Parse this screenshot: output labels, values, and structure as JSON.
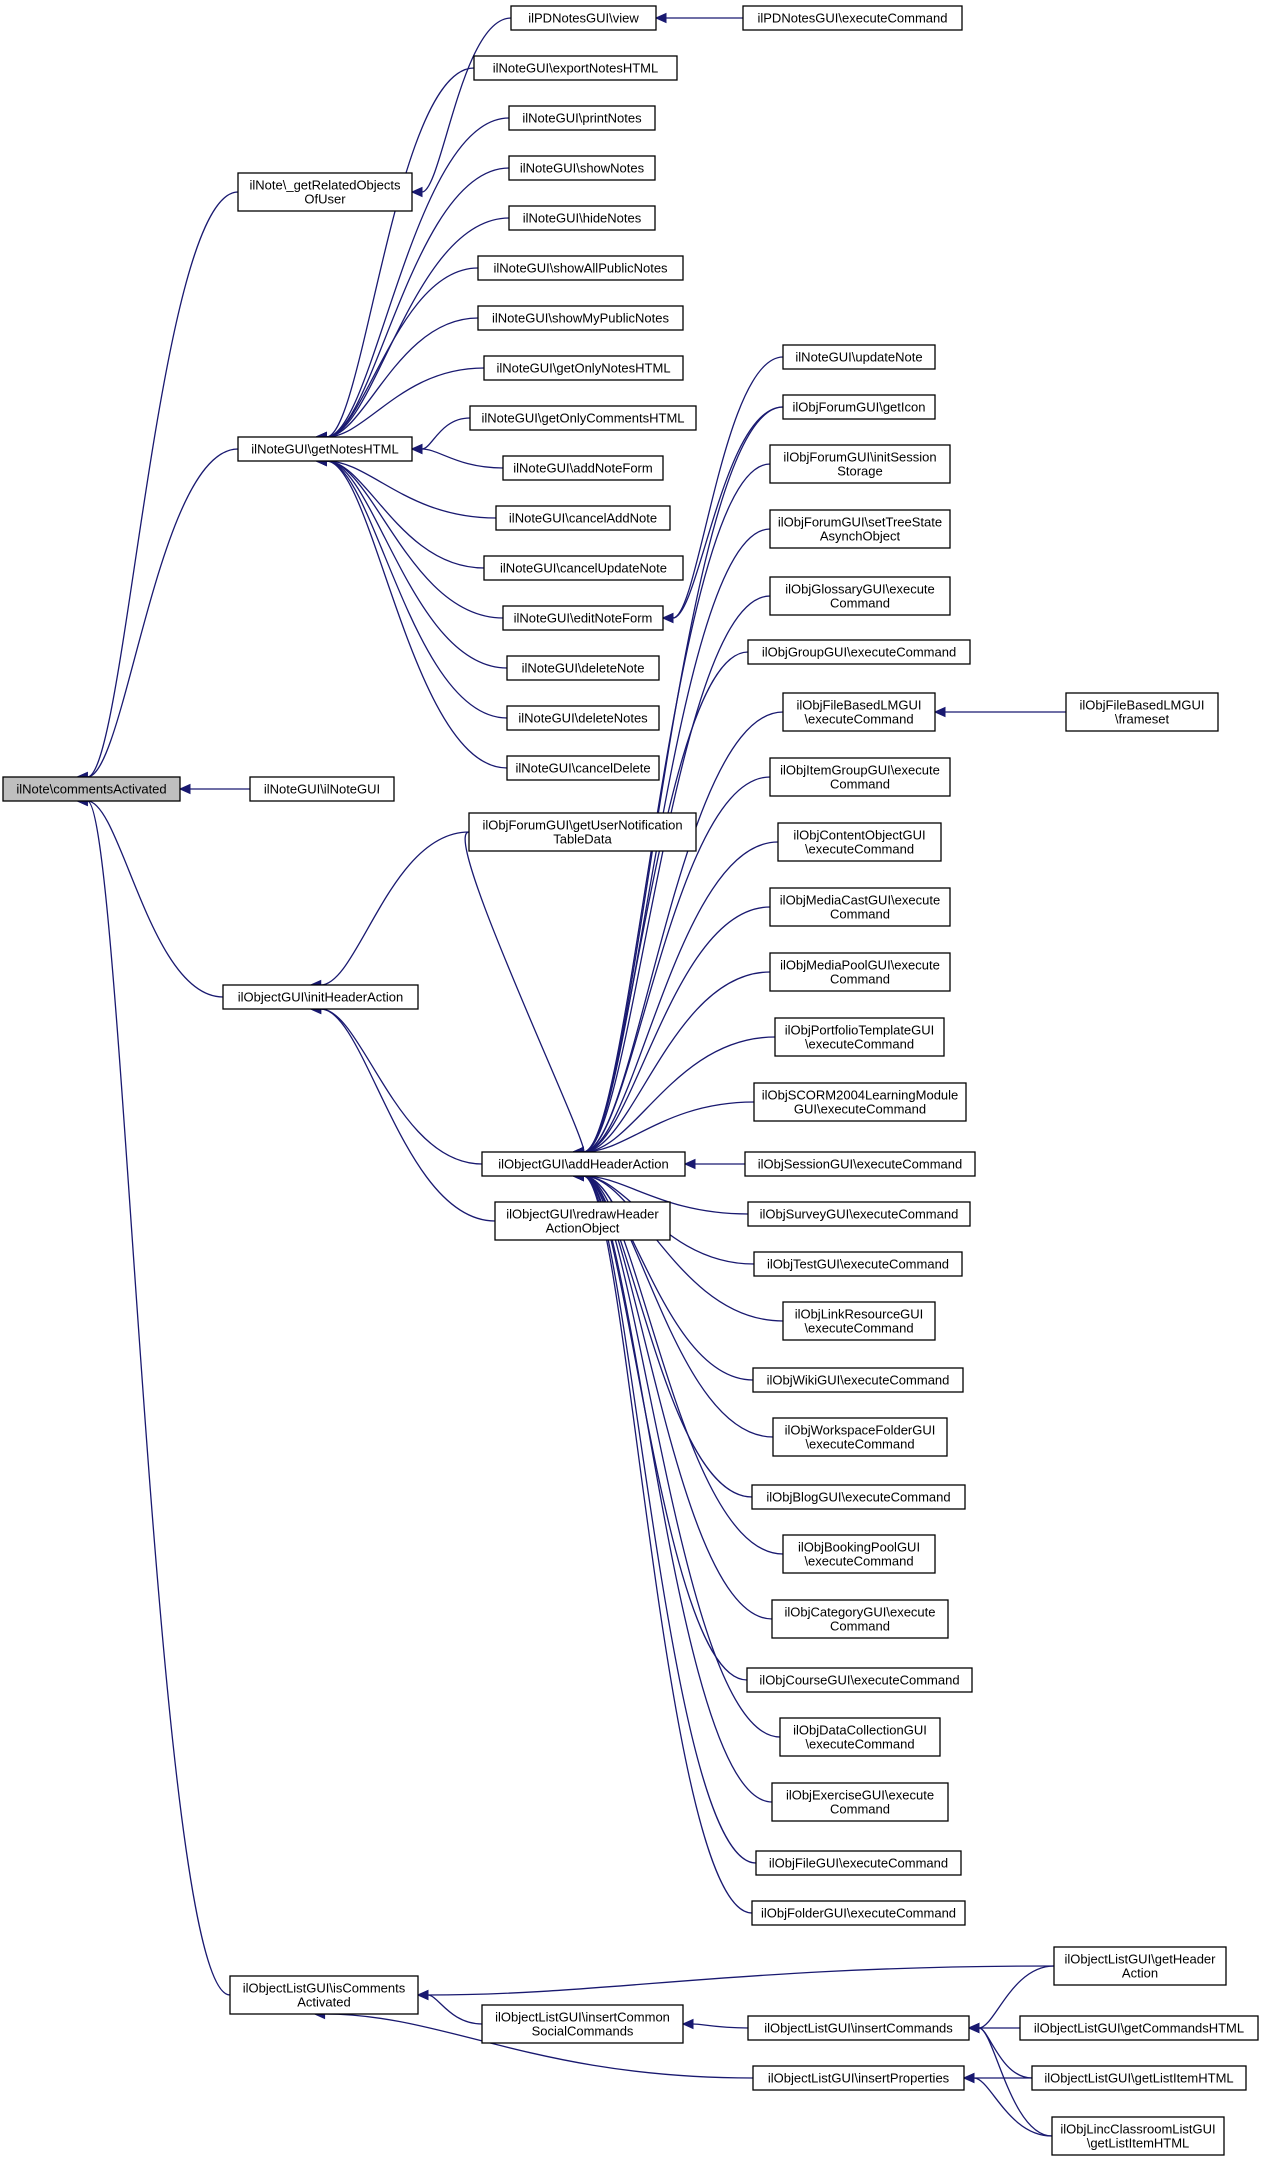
{
  "nodes": [
    {
      "id": "root",
      "lines": [
        "ilNote\\commentsActivated"
      ]
    },
    {
      "id": "getRelated",
      "lines": [
        "ilNote\\_getRelatedObjects",
        "OfUser"
      ]
    },
    {
      "id": "pdView",
      "lines": [
        "ilPDNotesGUI\\view"
      ]
    },
    {
      "id": "pdExec",
      "lines": [
        "ilPDNotesGUI\\executeCommand"
      ]
    },
    {
      "id": "getNotesHTML",
      "lines": [
        "ilNoteGUI\\getNotesHTML"
      ]
    },
    {
      "id": "exportNotes",
      "lines": [
        "ilNoteGUI\\exportNotesHTML"
      ]
    },
    {
      "id": "printNotes",
      "lines": [
        "ilNoteGUI\\printNotes"
      ]
    },
    {
      "id": "showNotes",
      "lines": [
        "ilNoteGUI\\showNotes"
      ]
    },
    {
      "id": "hideNotes",
      "lines": [
        "ilNoteGUI\\hideNotes"
      ]
    },
    {
      "id": "showAllPublic",
      "lines": [
        "ilNoteGUI\\showAllPublicNotes"
      ]
    },
    {
      "id": "showMyPublic",
      "lines": [
        "ilNoteGUI\\showMyPublicNotes"
      ]
    },
    {
      "id": "getOnlyNotes",
      "lines": [
        "ilNoteGUI\\getOnlyNotesHTML"
      ]
    },
    {
      "id": "getOnlyComments",
      "lines": [
        "ilNoteGUI\\getOnlyCommentsHTML"
      ]
    },
    {
      "id": "addNoteForm",
      "lines": [
        "ilNoteGUI\\addNoteForm"
      ]
    },
    {
      "id": "cancelAddNote",
      "lines": [
        "ilNoteGUI\\cancelAddNote"
      ]
    },
    {
      "id": "cancelUpdateNote",
      "lines": [
        "ilNoteGUI\\cancelUpdateNote"
      ]
    },
    {
      "id": "editNoteForm",
      "lines": [
        "ilNoteGUI\\editNoteForm"
      ]
    },
    {
      "id": "deleteNote",
      "lines": [
        "ilNoteGUI\\deleteNote"
      ]
    },
    {
      "id": "deleteNotes",
      "lines": [
        "ilNoteGUI\\deleteNotes"
      ]
    },
    {
      "id": "cancelDelete",
      "lines": [
        "ilNoteGUI\\cancelDelete"
      ]
    },
    {
      "id": "ilNoteGUIctor",
      "lines": [
        "ilNoteGUI\\ilNoteGUI"
      ]
    },
    {
      "id": "forumNotif",
      "lines": [
        "ilObjForumGUI\\getUserNotification",
        "TableData"
      ]
    },
    {
      "id": "initHeader",
      "lines": [
        "ilObjectGUI\\initHeaderAction"
      ]
    },
    {
      "id": "addHeader",
      "lines": [
        "ilObjectGUI\\addHeaderAction"
      ]
    },
    {
      "id": "redrawHeader",
      "lines": [
        "ilObjectGUI\\redrawHeader",
        "ActionObject"
      ]
    },
    {
      "id": "updateNote",
      "lines": [
        "ilNoteGUI\\updateNote"
      ]
    },
    {
      "id": "forumGetIcon",
      "lines": [
        "ilObjForumGUI\\getIcon"
      ]
    },
    {
      "id": "forumInitSession",
      "lines": [
        "ilObjForumGUI\\initSession",
        "Storage"
      ]
    },
    {
      "id": "forumTreeState",
      "lines": [
        "ilObjForumGUI\\setTreeState",
        "AsynchObject"
      ]
    },
    {
      "id": "glossaryExec",
      "lines": [
        "ilObjGlossaryGUI\\execute",
        "Command"
      ]
    },
    {
      "id": "groupExec",
      "lines": [
        "ilObjGroupGUI\\executeCommand"
      ]
    },
    {
      "id": "fileLMExec",
      "lines": [
        "ilObjFileBasedLMGUI",
        "\\executeCommand"
      ]
    },
    {
      "id": "fileLMFrameset",
      "lines": [
        "ilObjFileBasedLMGUI",
        "\\frameset"
      ]
    },
    {
      "id": "itemGroupExec",
      "lines": [
        "ilObjItemGroupGUI\\execute",
        "Command"
      ]
    },
    {
      "id": "contentObjExec",
      "lines": [
        "ilObjContentObjectGUI",
        "\\executeCommand"
      ]
    },
    {
      "id": "mediaCastExec",
      "lines": [
        "ilObjMediaCastGUI\\execute",
        "Command"
      ]
    },
    {
      "id": "mediaPoolExec",
      "lines": [
        "ilObjMediaPoolGUI\\execute",
        "Command"
      ]
    },
    {
      "id": "portfolioExec",
      "lines": [
        "ilObjPortfolioTemplateGUI",
        "\\executeCommand"
      ]
    },
    {
      "id": "scormExec",
      "lines": [
        "ilObjSCORM2004LearningModule",
        "GUI\\executeCommand"
      ]
    },
    {
      "id": "sessionExec",
      "lines": [
        "ilObjSessionGUI\\executeCommand"
      ]
    },
    {
      "id": "surveyExec",
      "lines": [
        "ilObjSurveyGUI\\executeCommand"
      ]
    },
    {
      "id": "testExec",
      "lines": [
        "ilObjTestGUI\\executeCommand"
      ]
    },
    {
      "id": "linkResExec",
      "lines": [
        "ilObjLinkResourceGUI",
        "\\executeCommand"
      ]
    },
    {
      "id": "wikiExec",
      "lines": [
        "ilObjWikiGUI\\executeCommand"
      ]
    },
    {
      "id": "workspaceExec",
      "lines": [
        "ilObjWorkspaceFolderGUI",
        "\\executeCommand"
      ]
    },
    {
      "id": "blogExec",
      "lines": [
        "ilObjBlogGUI\\executeCommand"
      ]
    },
    {
      "id": "bookingExec",
      "lines": [
        "ilObjBookingPoolGUI",
        "\\executeCommand"
      ]
    },
    {
      "id": "categoryExec",
      "lines": [
        "ilObjCategoryGUI\\execute",
        "Command"
      ]
    },
    {
      "id": "courseExec",
      "lines": [
        "ilObjCourseGUI\\executeCommand"
      ]
    },
    {
      "id": "dataCollExec",
      "lines": [
        "ilObjDataCollectionGUI",
        "\\executeCommand"
      ]
    },
    {
      "id": "exerciseExec",
      "lines": [
        "ilObjExerciseGUI\\execute",
        "Command"
      ]
    },
    {
      "id": "fileExec",
      "lines": [
        "ilObjFileGUI\\executeCommand"
      ]
    },
    {
      "id": "folderExec",
      "lines": [
        "ilObjFolderGUI\\executeCommand"
      ]
    },
    {
      "id": "isComments",
      "lines": [
        "ilObjectListGUI\\isComments",
        "Activated"
      ]
    },
    {
      "id": "insertCommonSocial",
      "lines": [
        "ilObjectListGUI\\insertCommon",
        "SocialCommands"
      ]
    },
    {
      "id": "insertCommands",
      "lines": [
        "ilObjectListGUI\\insertCommands"
      ]
    },
    {
      "id": "insertProps",
      "lines": [
        "ilObjectListGUI\\insertProperties"
      ]
    },
    {
      "id": "getHeaderAction",
      "lines": [
        "ilObjectListGUI\\getHeader",
        "Action"
      ]
    },
    {
      "id": "getCommandsHTML",
      "lines": [
        "ilObjectListGUI\\getCommandsHTML"
      ]
    },
    {
      "id": "getListItemHTML",
      "lines": [
        "ilObjectListGUI\\getListItemHTML"
      ]
    },
    {
      "id": "lincListItem",
      "lines": [
        "ilObjLincClassroomListGUI",
        "\\getListItemHTML"
      ]
    }
  ],
  "edges": [
    [
      "getRelated",
      "root"
    ],
    [
      "pdView",
      "getRelated"
    ],
    [
      "pdExec",
      "pdView"
    ],
    [
      "getNotesHTML",
      "root"
    ],
    [
      "exportNotes",
      "getNotesHTML"
    ],
    [
      "printNotes",
      "getNotesHTML"
    ],
    [
      "showNotes",
      "getNotesHTML"
    ],
    [
      "hideNotes",
      "getNotesHTML"
    ],
    [
      "showAllPublic",
      "getNotesHTML"
    ],
    [
      "showMyPublic",
      "getNotesHTML"
    ],
    [
      "getOnlyNotes",
      "getNotesHTML"
    ],
    [
      "getOnlyComments",
      "getNotesHTML"
    ],
    [
      "addNoteForm",
      "getNotesHTML"
    ],
    [
      "cancelAddNote",
      "getNotesHTML"
    ],
    [
      "cancelUpdateNote",
      "getNotesHTML"
    ],
    [
      "editNoteForm",
      "getNotesHTML"
    ],
    [
      "deleteNote",
      "getNotesHTML"
    ],
    [
      "deleteNotes",
      "getNotesHTML"
    ],
    [
      "cancelDelete",
      "getNotesHTML"
    ],
    [
      "updateNote",
      "editNoteForm"
    ],
    [
      "forumGetIcon",
      "editNoteForm"
    ],
    [
      "ilNoteGUIctor",
      "root"
    ],
    [
      "initHeader",
      "root"
    ],
    [
      "isComments",
      "root"
    ],
    [
      "forumNotif",
      "initHeader"
    ],
    [
      "addHeader",
      "initHeader"
    ],
    [
      "redrawHeader",
      "initHeader"
    ],
    [
      "forumNotif",
      "addHeader"
    ],
    [
      "forumGetIcon",
      "addHeader"
    ],
    [
      "forumInitSession",
      "addHeader"
    ],
    [
      "forumTreeState",
      "addHeader"
    ],
    [
      "glossaryExec",
      "addHeader"
    ],
    [
      "groupExec",
      "addHeader"
    ],
    [
      "fileLMExec",
      "addHeader"
    ],
    [
      "itemGroupExec",
      "addHeader"
    ],
    [
      "contentObjExec",
      "addHeader"
    ],
    [
      "mediaCastExec",
      "addHeader"
    ],
    [
      "mediaPoolExec",
      "addHeader"
    ],
    [
      "portfolioExec",
      "addHeader"
    ],
    [
      "scormExec",
      "addHeader"
    ],
    [
      "sessionExec",
      "addHeader"
    ],
    [
      "surveyExec",
      "addHeader"
    ],
    [
      "testExec",
      "addHeader"
    ],
    [
      "linkResExec",
      "addHeader"
    ],
    [
      "wikiExec",
      "addHeader"
    ],
    [
      "workspaceExec",
      "addHeader"
    ],
    [
      "blogExec",
      "addHeader"
    ],
    [
      "bookingExec",
      "addHeader"
    ],
    [
      "categoryExec",
      "addHeader"
    ],
    [
      "courseExec",
      "addHeader"
    ],
    [
      "dataCollExec",
      "addHeader"
    ],
    [
      "exerciseExec",
      "addHeader"
    ],
    [
      "fileExec",
      "addHeader"
    ],
    [
      "folderExec",
      "addHeader"
    ],
    [
      "fileLMFrameset",
      "fileLMExec"
    ],
    [
      "getHeaderAction",
      "isComments"
    ],
    [
      "insertCommonSocial",
      "isComments"
    ],
    [
      "insertProps",
      "isComments"
    ],
    [
      "insertCommands",
      "insertCommonSocial"
    ],
    [
      "getHeaderAction",
      "insertCommands"
    ],
    [
      "getCommandsHTML",
      "insertCommands"
    ],
    [
      "getListItemHTML",
      "insertCommands"
    ],
    [
      "lincListItem",
      "insertCommands"
    ],
    [
      "getListItemHTML",
      "insertProps"
    ],
    [
      "lincListItem",
      "insertProps"
    ]
  ],
  "colors": {
    "edge": "#191970",
    "root_fill": "#bfbfbf",
    "node_fill": "#ffffff",
    "node_stroke": "#000000"
  }
}
